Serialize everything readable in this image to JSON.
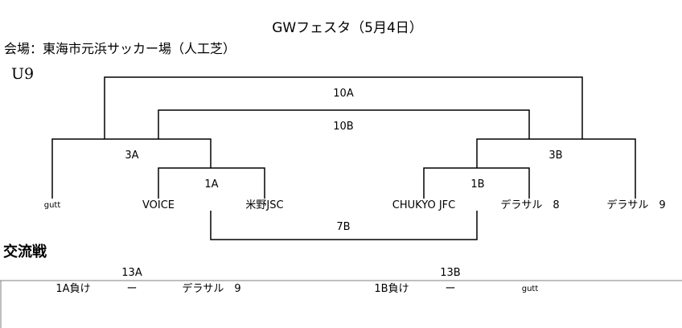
{
  "header": {
    "title": "GWフェスタ（5月4日）",
    "venue": "会場：東海市元浜サッカー場（人工芝）",
    "age_group": "U9"
  },
  "bracket": {
    "matches": {
      "m10a": "10A",
      "m10b": "10B",
      "m3a": "3A",
      "m3b": "3B",
      "m1a": "1A",
      "m1b": "1B",
      "m7b": "7B"
    },
    "teams": {
      "gutt": "gutt",
      "voice": "VOICE",
      "yoneno": "米野JSC",
      "chukyo": "CHUKYO JFC",
      "derasaru8": "デラサル　8",
      "derasaru9": "デラサル　9"
    }
  },
  "exchange": {
    "heading": "交流戦",
    "match_a": {
      "label": "13A",
      "left": "1A負け",
      "vs": "ー",
      "right": "デラサル　9"
    },
    "match_b": {
      "label": "13B",
      "left": "1B負け",
      "vs": "ー",
      "right": "gutt"
    }
  }
}
